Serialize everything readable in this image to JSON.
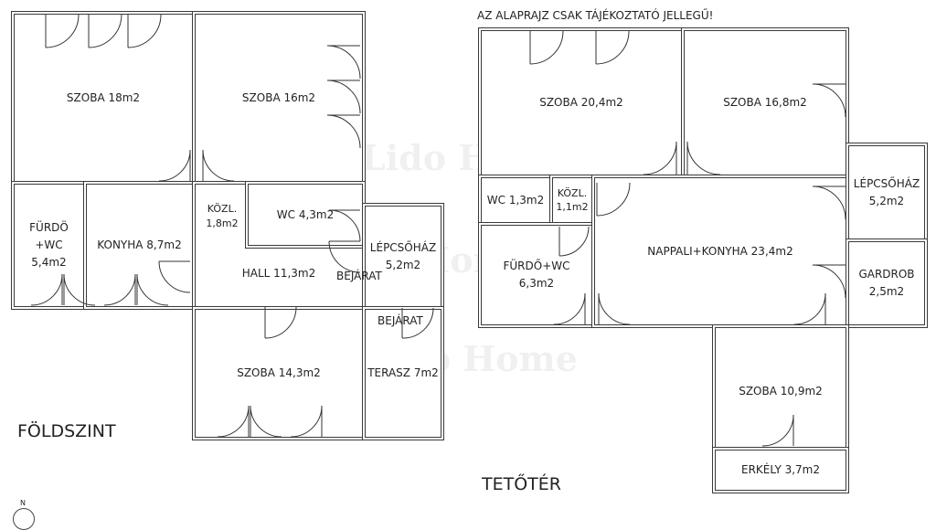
{
  "note": "AZ ALAPRAJZ CSAK TÁJÉKOZTATÓ JELLEGŰ!",
  "watermark": "Lido Home",
  "compass_label": "N",
  "ground_floor": {
    "title": "FÖLDSZINT",
    "rooms": [
      {
        "id": "szoba-18",
        "label": "SZOBA 18m2"
      },
      {
        "id": "szoba-16",
        "label": "SZOBA 16m2"
      },
      {
        "id": "furdo-wc",
        "label": "FÜRDÖ\n+WC\n5,4m2"
      },
      {
        "id": "konyha",
        "label": "KONYHA 8,7m2"
      },
      {
        "id": "hall",
        "label": "HALL 11,3m2"
      },
      {
        "id": "kozl",
        "label": "KÖZL.\n1,8m2"
      },
      {
        "id": "wc",
        "label": "WC 4,3m2"
      },
      {
        "id": "lepcsohaz",
        "label": "LÉPCSŐHÁZ\n5,2m2"
      },
      {
        "id": "szoba-14",
        "label": "SZOBA 14,3m2"
      },
      {
        "id": "terasz",
        "label": "TERASZ 7m2"
      }
    ],
    "entrances": [
      "BEJÁRAT",
      "BEJÁRAT"
    ]
  },
  "attic": {
    "title": "TETŐTÉR",
    "rooms": [
      {
        "id": "szoba-20",
        "label": "SZOBA 20,4m2"
      },
      {
        "id": "szoba-16-8",
        "label": "SZOBA 16,8m2"
      },
      {
        "id": "wc",
        "label": "WC 1,3m2"
      },
      {
        "id": "kozl",
        "label": "KÖZL.\n1,1m2"
      },
      {
        "id": "furdo-wc",
        "label": "FÜRDŐ+WC\n6,3m2"
      },
      {
        "id": "nappali",
        "label": "NAPPALI+KONYHA 23,4m2"
      },
      {
        "id": "lepcsohaz",
        "label": "LÉPCSŐHÁZ\n5,2m2"
      },
      {
        "id": "gardrob",
        "label": "GARDROB\n2,5m2"
      },
      {
        "id": "szoba-10",
        "label": "SZOBA 10,9m2"
      },
      {
        "id": "erkely",
        "label": "ERKÉLY 3,7m2"
      }
    ]
  }
}
